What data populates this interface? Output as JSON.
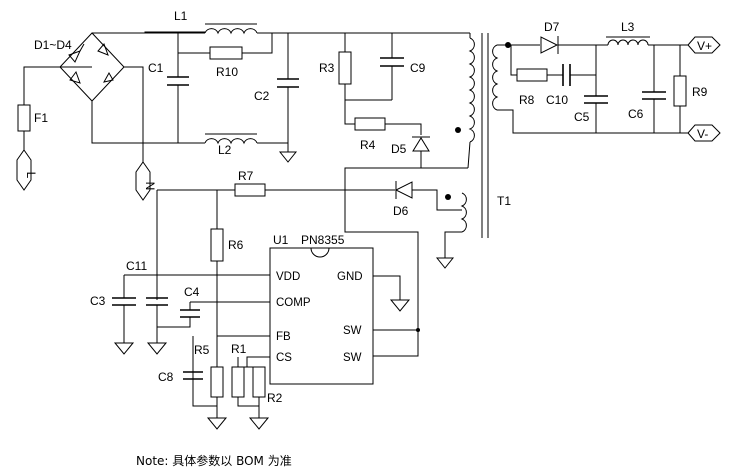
{
  "labels": {
    "bridge": "D1~D4",
    "fuse": "F1",
    "line": "L",
    "neutral": "N",
    "l1": "L1",
    "l2": "L2",
    "c1": "C1",
    "c2": "C2",
    "r10": "R10",
    "r3": "R3",
    "c9": "C9",
    "r4": "R4",
    "d5": "D5",
    "r7": "R7",
    "d6": "D6",
    "t1": "T1",
    "r6": "R6",
    "u1": "U1",
    "ic_part": "PN8355",
    "c11": "C11",
    "c3": "C3",
    "c4": "C4",
    "r5": "R5",
    "r1": "R1",
    "r2": "R2",
    "c8": "C8",
    "d7": "D7",
    "l3": "L3",
    "r8": "R8",
    "c10": "C10",
    "c5": "C5",
    "c6": "C6",
    "r9": "R9",
    "vplus": "V+",
    "vminus": "V-"
  },
  "ic_pins": {
    "vdd": "VDD",
    "comp": "COMP",
    "fb": "FB",
    "cs": "CS",
    "gnd": "GND",
    "sw1": "SW",
    "sw2": "SW"
  },
  "note": "Note: 具体参数以 BOM 为准"
}
